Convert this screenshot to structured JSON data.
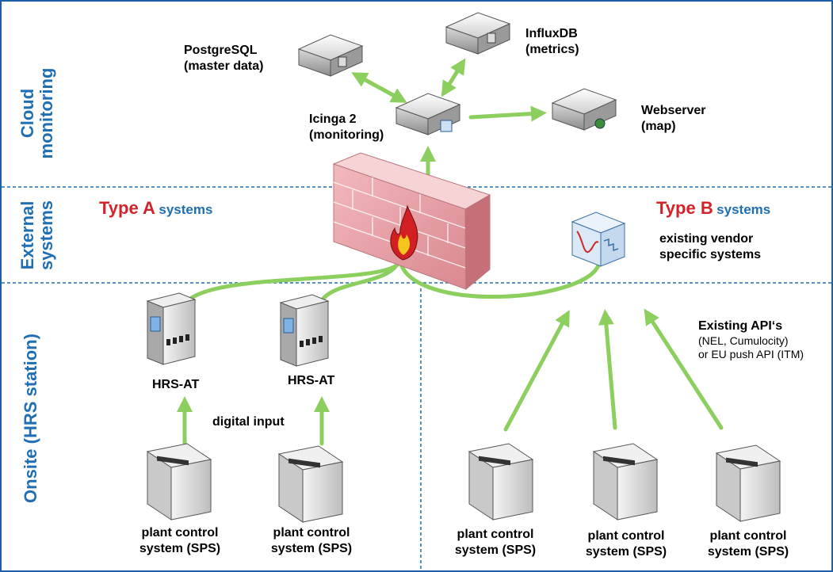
{
  "zones": {
    "cloud": [
      "Cloud",
      "monitoring"
    ],
    "external": [
      "External",
      "systems"
    ],
    "onsite": "Onsite (HRS station)"
  },
  "cloud": {
    "postgres": [
      "PostgreSQL",
      "(master data)"
    ],
    "influx": [
      "InfluxDB",
      "(metrics)"
    ],
    "icinga": [
      "Icinga 2",
      "(monitoring)"
    ],
    "webserver": [
      "Webserver",
      "(map)"
    ]
  },
  "external": {
    "type_a": {
      "type": "Type A",
      "suffix": "systems"
    },
    "type_b": {
      "type": "Type B",
      "suffix": "systems"
    },
    "vendor": [
      "existing vendor",
      "specific systems"
    ]
  },
  "onsite": {
    "hrs_label": "HRS-AT",
    "digital_input": "digital input",
    "api_title": "Existing API‘s",
    "api_detail": [
      "(NEL, Cumulocity)",
      "or EU push API (ITM)"
    ],
    "plant_label": [
      "plant control",
      "system (SPS)"
    ]
  },
  "colors": {
    "arrow": "#8ccf5f",
    "frame": "#1f5fa8",
    "zone_text": "#1f6fb2",
    "type_red": "#d2232a"
  }
}
